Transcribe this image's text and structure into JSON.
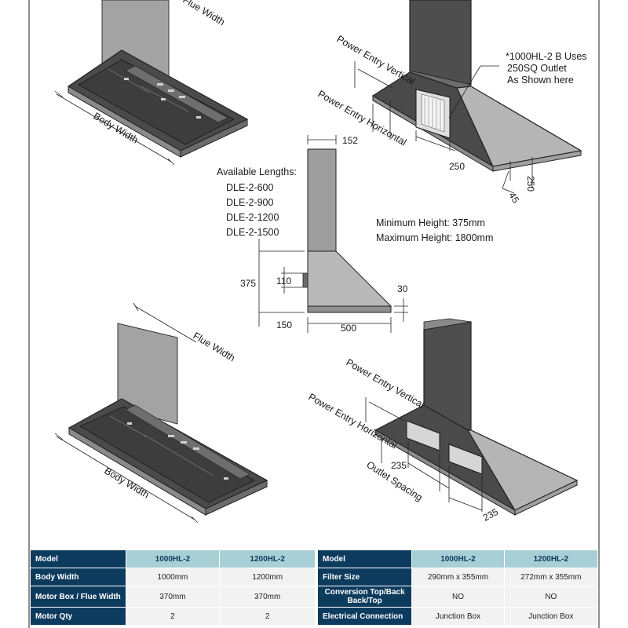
{
  "diagram_top_left": {
    "label_flue": "Flue Width",
    "label_body": "Body Width"
  },
  "diagram_top_right": {
    "label_power_vertical": "Power Entry Vertical",
    "label_power_horizontal": "Power Entry Horizontal",
    "note_line1": "*1000HL-2 B Uses",
    "note_line2": "250SQ Outlet",
    "note_line3": "As Shown here",
    "dim_250_a": "250",
    "dim_250_b": "250",
    "dim_45": "45"
  },
  "side_view": {
    "available_title": "Available Lengths:",
    "lengths": [
      "DLE-2-600",
      "DLE-2-900",
      "DLE-2-1200",
      "DLE-2-1500"
    ],
    "dim_152": "152",
    "dim_375": "375",
    "dim_110": "110",
    "dim_30": "30",
    "dim_150": "150",
    "dim_500": "500",
    "min_height": "Minimum Height:  375mm",
    "max_height": "Maximum Height: 1800mm"
  },
  "diagram_bottom_left": {
    "label_flue": "Flue Width",
    "label_body": "Body Width"
  },
  "diagram_bottom_right": {
    "label_power_vertical": "Power Entry Vertical",
    "label_power_horizontal": "Power Entry Horizontal",
    "label_outlet_spacing": "Outlet Spacing",
    "dim_235_a": "235",
    "dim_235_b": "235"
  },
  "specs_left": {
    "header": [
      "Model",
      "1000HL-2",
      "1200HL-2"
    ],
    "rows": [
      [
        "Body Width",
        "1000mm",
        "1200mm"
      ],
      [
        "Motor Box / Flue Width",
        "370mm",
        "370mm"
      ],
      [
        "Motor Qty",
        "2",
        "2"
      ]
    ]
  },
  "specs_right": {
    "header": [
      "Model",
      "1000HL-2",
      "1200HL-2"
    ],
    "rows": [
      [
        "Filter Size",
        "290mm x 355mm",
        "272mm x 355mm"
      ],
      [
        "Conversion Top/Back  Back/Top",
        "NO",
        "NO"
      ],
      [
        "Electrical Connection",
        "Junction Box",
        "Junction Box"
      ]
    ]
  },
  "colors": {
    "header_navy": "#0d3b5e",
    "model_teal": "#a7cfd5",
    "value_grey": "#f2f2f2",
    "steel_dark": "#5a5a5a",
    "steel_light": "#b9b9b9"
  }
}
